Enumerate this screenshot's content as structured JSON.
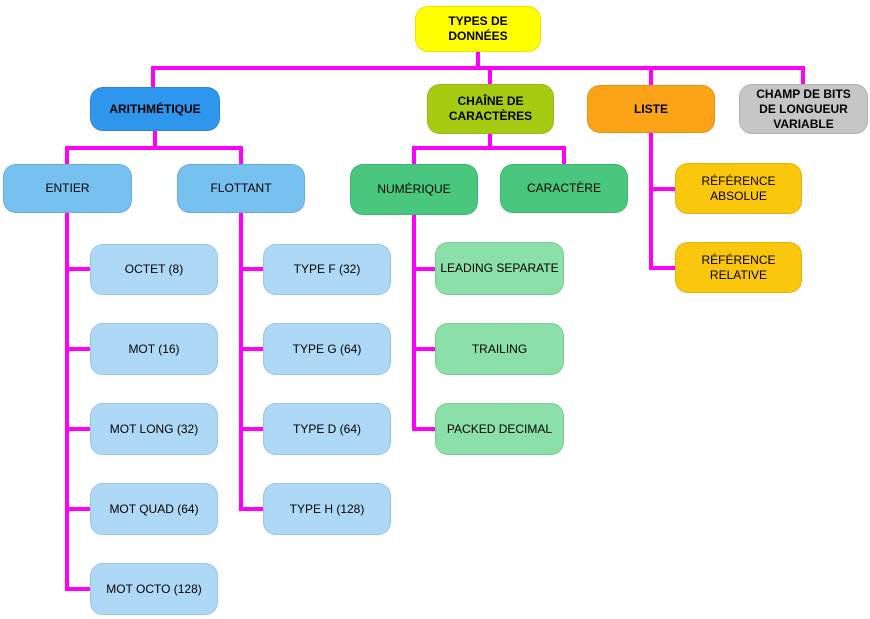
{
  "diagram_title": "TYPES DE DONNÉES",
  "palette": {
    "root": "#FFFF00",
    "blue": "#2E96EC",
    "lightblue": "#76C1F0",
    "paleblue": "#AED9F6",
    "yellowgreen": "#A6CC12",
    "green": "#4AC77E",
    "palegreen": "#8BDFA9",
    "orange": "#FDA318",
    "gold": "#FBC70D",
    "gray": "#C6C6C6",
    "line": "#FF00FF"
  },
  "nodes": {
    "root": {
      "label": "TYPES DE DONNÉES"
    },
    "arithmetique": {
      "label": "ARITHMÉTIQUE"
    },
    "chaine": {
      "label": "CHAÎNE DE\nCARACTÈRES"
    },
    "liste": {
      "label": "LISTE"
    },
    "champ_bits": {
      "label": "CHAMP DE BITS\nDE LONGUEUR\nVARIABLE"
    },
    "entier": {
      "label": "ENTIER"
    },
    "flottant": {
      "label": "FLOTTANT"
    },
    "numerique": {
      "label": "NUMÉRIQUE"
    },
    "caractere": {
      "label": "CARACTÈRE"
    },
    "reference_absolue": {
      "label": "RÉFÉRENCE\nABSOLUE"
    },
    "reference_relative": {
      "label": "RÉFÉRENCE\nRELATIVE"
    },
    "octet8": {
      "label": "OCTET (8)"
    },
    "mot16": {
      "label": "MOT (16)"
    },
    "mot_long32": {
      "label": "MOT LONG (32)"
    },
    "mot_quad64": {
      "label": "MOT QUAD (64)"
    },
    "mot_octo128": {
      "label": "MOT OCTO (128)"
    },
    "type_f32": {
      "label": "TYPE F (32)"
    },
    "type_g64": {
      "label": "TYPE G (64)"
    },
    "type_d64": {
      "label": "TYPE D (64)"
    },
    "type_h128": {
      "label": "TYPE H (128)"
    },
    "leading_separate": {
      "label": "LEADING SEPARATE"
    },
    "trailing": {
      "label": "TRAILING"
    },
    "packed_decimal": {
      "label": "PACKED DECIMAL"
    }
  }
}
